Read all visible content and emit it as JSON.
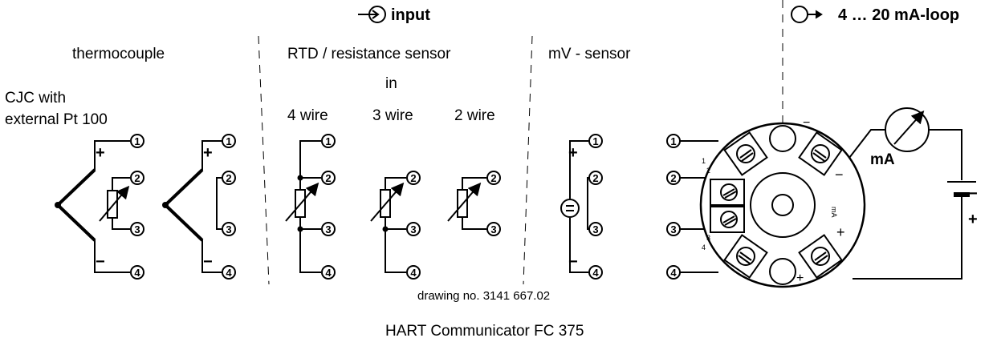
{
  "header": {
    "input_label": "input",
    "output_label": "4 … 20 mA-loop"
  },
  "sections": {
    "thermocouple": "thermocouple",
    "rtd": "RTD / resistance sensor",
    "in": "in",
    "mv": "mV - sensor"
  },
  "cjc": {
    "line1": "CJC with",
    "line2": "external Pt 100"
  },
  "wires": {
    "four": "4 wire",
    "three": "3 wire",
    "two": "2 wire"
  },
  "terminals": [
    "1",
    "2",
    "3",
    "4"
  ],
  "polarity": {
    "plus": "+",
    "minus": "−"
  },
  "meter_label": "mA",
  "drawing_no": "drawing no. 3141 667.02",
  "footer": "HART Communicator FC 375"
}
